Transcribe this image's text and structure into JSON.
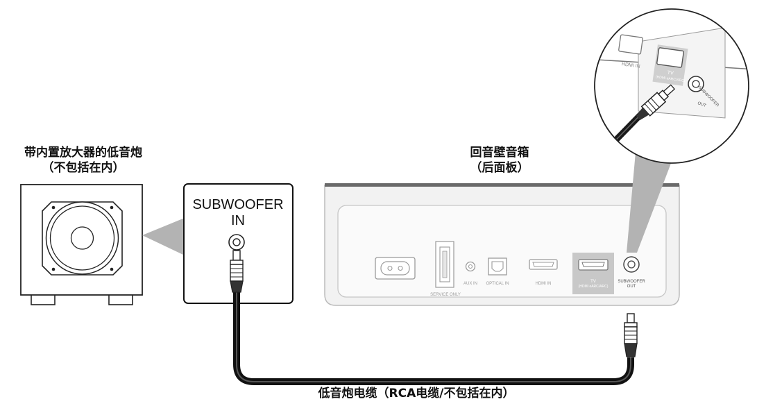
{
  "subwoofer": {
    "caption_line1": "带内置放大器的低音炮",
    "caption_line2": "（不包括在内）",
    "input_label_line1": "SUBWOOFER",
    "input_label_line2": "IN"
  },
  "soundbar": {
    "caption_line1": "回音壁音箱",
    "caption_line2": "（后面板）",
    "ports": {
      "service": "SERVICE ONLY",
      "aux": "AUX IN",
      "optical": "OPTICAL IN",
      "hdmi_in": "HDMI IN",
      "tv_line1": "TV",
      "tv_line2": "(HDMI eARC/ARC)",
      "sub_out_line1": "SUBWOOFER",
      "sub_out_line2": "OUT"
    }
  },
  "zoom": {
    "hdmi_in": "HDMI IN",
    "tv_line1": "TV",
    "tv_line2": "(HDMI eARC/ARC)",
    "sub_out_line1": "SUBWOOFER",
    "sub_out_line2": "OUT"
  },
  "cable": {
    "caption": "低音炮电缆（RCA电缆/不包括在内）"
  },
  "colors": {
    "cable": "#111111",
    "callout": "#b3b3b3",
    "panel": "#f2f2f2",
    "tv_highlight": "#c8c8c8"
  }
}
